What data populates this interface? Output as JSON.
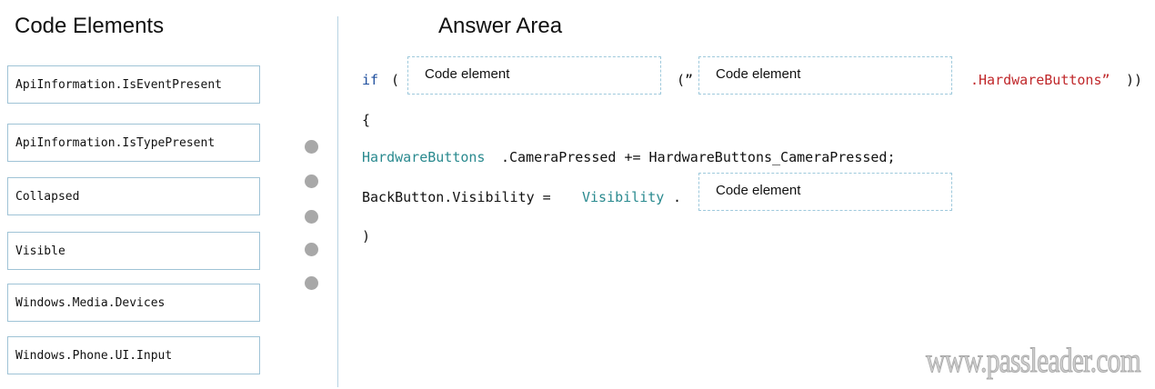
{
  "left_panel": {
    "heading": "Code Elements",
    "elements": [
      "ApiInformation.IsEventPresent",
      "ApiInformation.IsTypePresent",
      "Collapsed",
      "Visible",
      "Windows.Media.Devices",
      "Windows.Phone.UI.Input"
    ]
  },
  "answer_area": {
    "heading": "Answer Area",
    "placeholder": "Code element",
    "code": {
      "line1_if": "if",
      "line1_open": "(",
      "line1_mid": "(”",
      "line1_end_string": ".HardwareButtons”",
      "line1_close": "))",
      "line2": "{",
      "line3_type": "HardwareButtons",
      "line3_rest": ".CameraPressed += HardwareButtons_CameraPressed;",
      "line4_start": "BackButton.Visibility = ",
      "line4_type": "Visibility",
      "line4_dot": ".",
      "line5": ")"
    }
  },
  "colors": {
    "keyword": "#1f4f9e",
    "type": "#2a8a8f",
    "string": "#c0282b",
    "tile_border": "#9fc3d6",
    "drop_border": "#9ec9dc",
    "dot": "#a8a8a8"
  },
  "watermark": "www.passleader.com"
}
